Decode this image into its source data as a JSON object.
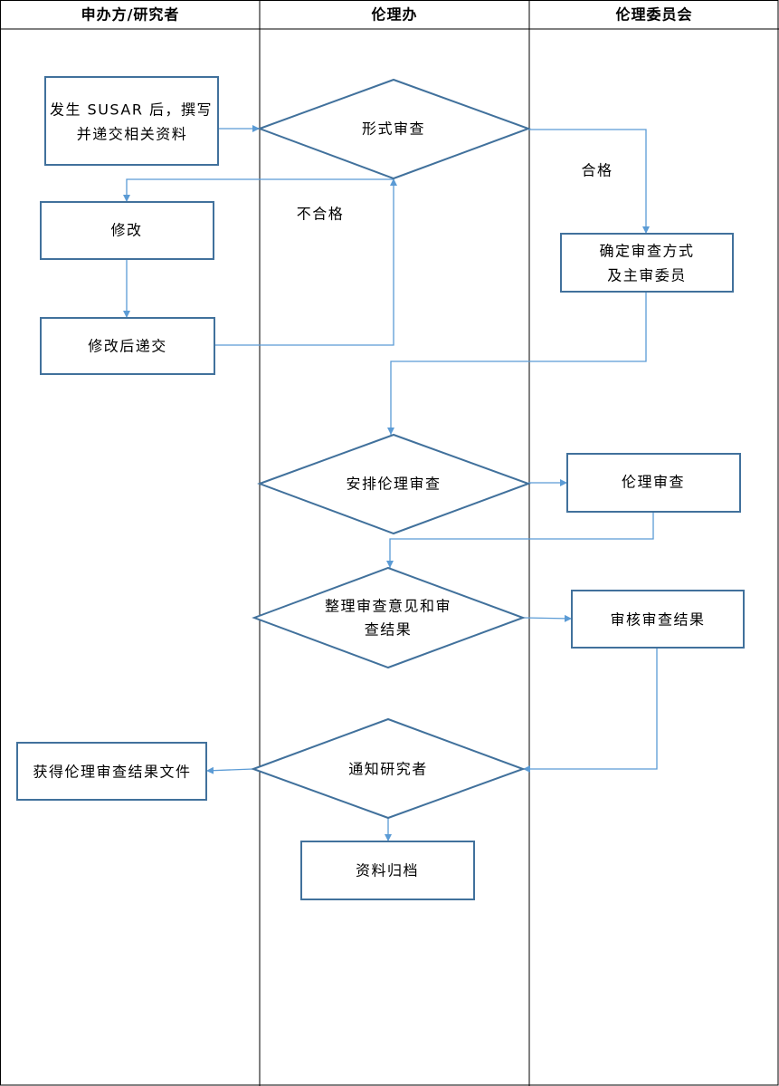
{
  "lanes": [
    {
      "title": "申办方/研究者"
    },
    {
      "title": "伦理办"
    },
    {
      "title": "伦理委员会"
    }
  ],
  "nodes": {
    "submit": {
      "lines": [
        "发生 SUSAR 后，撰写",
        "并递交相关资料"
      ]
    },
    "formal_review": {
      "lines": [
        "形式审查"
      ]
    },
    "revise": {
      "lines": [
        "修改"
      ]
    },
    "resubmit": {
      "lines": [
        "修改后递交"
      ]
    },
    "determine_method": {
      "lines": [
        "确定审查方式",
        "及主审委员"
      ]
    },
    "arrange_review": {
      "lines": [
        "安排伦理审查"
      ]
    },
    "ethics_review": {
      "lines": [
        "伦理审查"
      ]
    },
    "compile_opinions": {
      "lines": [
        "整理审查意见和审",
        "查结果"
      ]
    },
    "verify_results": {
      "lines": [
        "审核审查结果"
      ]
    },
    "notify": {
      "lines": [
        "通知研究者"
      ]
    },
    "obtain_document": {
      "lines": [
        "获得伦理审查结果文件"
      ]
    },
    "archive": {
      "lines": [
        "资料归档"
      ]
    }
  },
  "edge_labels": {
    "pass": "合格",
    "fail": "不合格"
  },
  "colors": {
    "node_border": "#41719c",
    "connector": "#5b9bd5",
    "grid": "#000000",
    "text": "#000000",
    "background": "#ffffff"
  }
}
